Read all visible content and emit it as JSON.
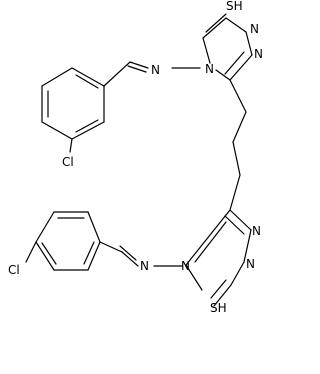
{
  "molecule": {
    "atoms": {
      "sh_top": "SH",
      "n_top_ring": "N",
      "n_top_right1": "N",
      "n_top_right2": "N",
      "n_top_imine": "N",
      "cl_top": "Cl",
      "sh_bottom": "SH",
      "n_bottom_ring": "N",
      "n_bottom_right1": "N",
      "n_bottom_right2": "N",
      "n_bottom_imine": "N",
      "cl_bottom": "Cl"
    }
  }
}
